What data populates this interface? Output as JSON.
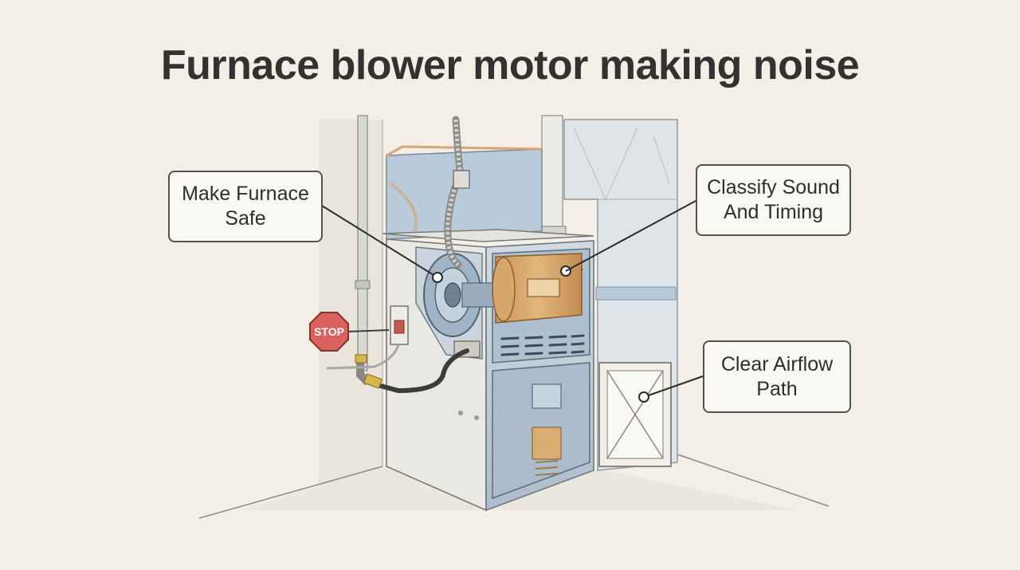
{
  "title": "Furnace blower motor making noise",
  "callouts": [
    {
      "lines": [
        "Make Furnace",
        "Safe"
      ]
    },
    {
      "lines": [
        "Classify Sound",
        "And Timing"
      ]
    },
    {
      "lines": [
        "Clear Airflow",
        "Path"
      ]
    }
  ],
  "stop_sign": {
    "label": "STOP"
  },
  "colors": {
    "background": "#f3efe6",
    "stop_sign": "#d9625e",
    "motor": "#d8a96a",
    "ducting": "#b8c9d8",
    "gas_valve": "#d8b44a"
  }
}
